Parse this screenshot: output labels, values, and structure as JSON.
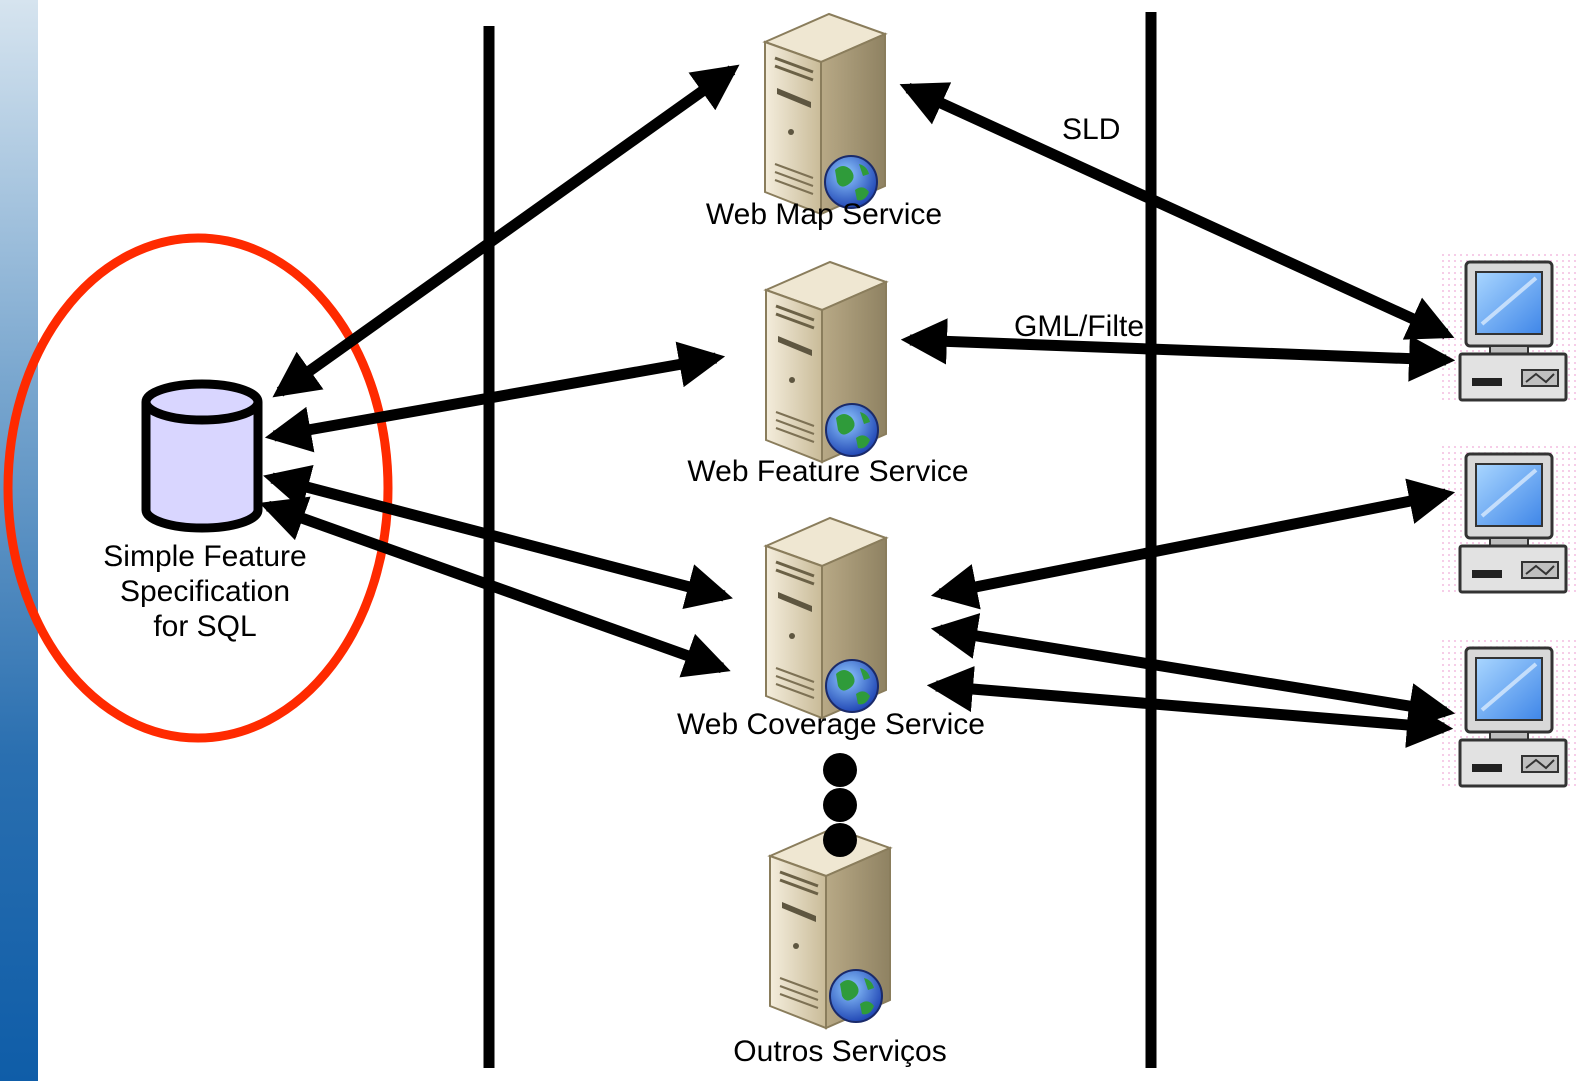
{
  "database": {
    "icon": "database-icon",
    "label_lines": [
      "Simple Feature",
      "Specification",
      "for SQL"
    ],
    "highlight_color": "#ff2a00"
  },
  "services": [
    {
      "label": "Web Map Service",
      "icon": "web-server-icon"
    },
    {
      "label": "Web Feature Service",
      "icon": "web-server-icon"
    },
    {
      "label": "Web Coverage Service",
      "icon": "web-server-icon"
    },
    {
      "label": "Outros Serviços",
      "icon": "web-server-icon"
    }
  ],
  "clients": [
    {
      "icon": "computer-icon"
    },
    {
      "icon": "computer-icon"
    },
    {
      "icon": "computer-icon"
    }
  ],
  "connection_labels": {
    "sld": "SLD",
    "gml_filter": "GML/Filter"
  },
  "colors": {
    "arrows": "#000000",
    "highlight": "#ff2a00",
    "band": "#1a66ad"
  }
}
